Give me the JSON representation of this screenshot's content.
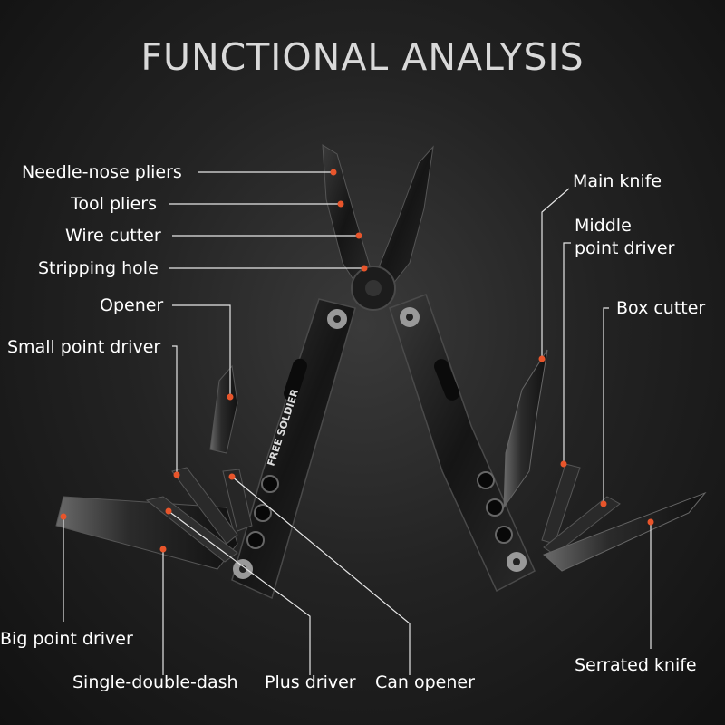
{
  "title": "FUNCTIONAL ANALYSIS",
  "brand": "FREE SOLDIER",
  "labels": {
    "needle_nose_pliers": "Needle-nose pliers",
    "tool_pliers": "Tool pliers",
    "wire_cutter": "Wire cutter",
    "stripping_hole": "Stripping hole",
    "opener": "Opener",
    "small_point_driver": "Small point driver",
    "big_point_driver": "Big point driver",
    "single_double_dash": "Single-double-dash",
    "plus_driver": "Plus driver",
    "can_opener": "Can opener",
    "main_knife": "Main knife",
    "middle_point_driver_line1": "Middle",
    "middle_point_driver_line2": "point driver",
    "box_cutter": "Box cutter",
    "serrated_knife": "Serrated knife"
  },
  "colors": {
    "accent_dot": "#e8552b",
    "leader_line": "#e6e6e6",
    "tool_metal": "#1b1b1b"
  }
}
